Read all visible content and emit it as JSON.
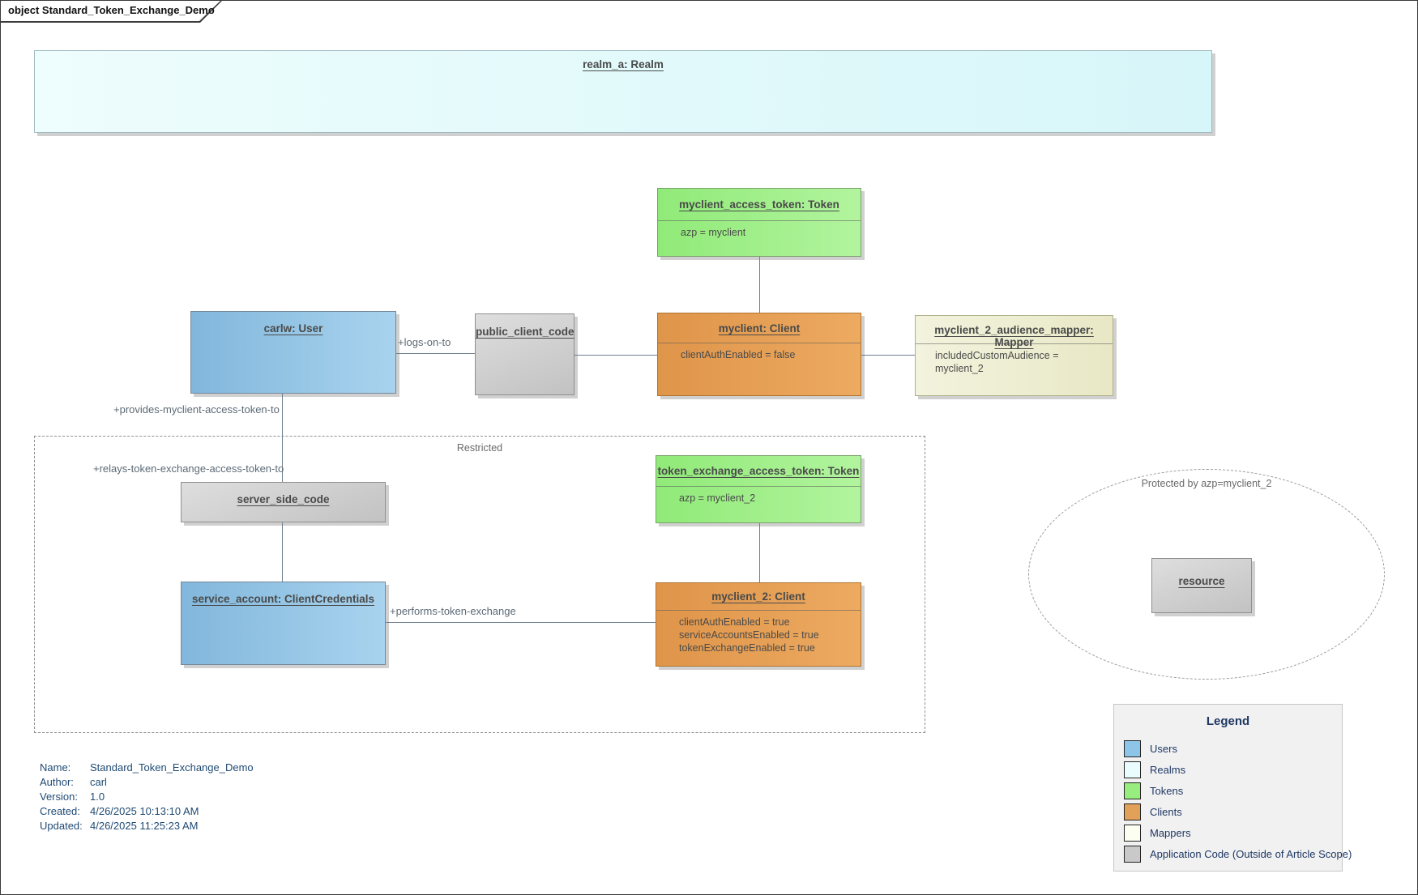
{
  "frame": {
    "tab_label": "object Standard_Token_Exchange_Demo"
  },
  "nodes": {
    "realm": {
      "title": "realm_a: Realm"
    },
    "myclient_access_token": {
      "title": "myclient_access_token: Token",
      "attrs": [
        "azp = myclient"
      ]
    },
    "carlw": {
      "title": "carlw: User"
    },
    "public_client_code": {
      "title": "public_client_code"
    },
    "myclient": {
      "title": "myclient: Client",
      "attrs": [
        "clientAuthEnabled = false"
      ]
    },
    "mapper": {
      "title": "myclient_2_audience_mapper: Mapper",
      "attrs": [
        "includedCustomAudience = myclient_2"
      ]
    },
    "server_side_code": {
      "title": "server_side_code"
    },
    "token_exchange_access_token": {
      "title": "token_exchange_access_token: Token",
      "attrs": [
        "azp = myclient_2"
      ]
    },
    "service_account": {
      "title": "service_account: ClientCredentials"
    },
    "myclient_2": {
      "title": "myclient_2: Client",
      "attrs": [
        "clientAuthEnabled = true",
        "serviceAccountsEnabled = true",
        "tokenExchangeEnabled = true"
      ]
    },
    "resource": {
      "title": "resource"
    }
  },
  "edge_labels": {
    "logs_on_to": "+logs-on-to",
    "provides": "+provides-myclient-access-token-to",
    "relays": "+relays-token-exchange-access-token-to",
    "performs": "+performs-token-exchange"
  },
  "boundaries": {
    "restricted_label": "Restricted",
    "protected_label": "Protected by azp=myclient_2"
  },
  "legend": {
    "title": "Legend",
    "items": [
      {
        "label": "Users",
        "color": "#8cc5e8"
      },
      {
        "label": "Realms",
        "color": "#eafcfd"
      },
      {
        "label": "Tokens",
        "color": "#97ee7f"
      },
      {
        "label": "Clients",
        "color": "#e2a159"
      },
      {
        "label": "Mappers",
        "color": "#fdfef2"
      },
      {
        "label": "Application Code (Outside of Article Scope)",
        "color": "#c9c9c9"
      }
    ]
  },
  "metadata": {
    "rows": [
      {
        "label": "Name:",
        "value": "Standard_Token_Exchange_Demo"
      },
      {
        "label": "Author:",
        "value": "carl"
      },
      {
        "label": "Version:",
        "value": "1.0"
      },
      {
        "label": "Created:",
        "value": "4/26/2025 10:13:10 AM"
      },
      {
        "label": "Updated:",
        "value": "4/26/2025 11:25:23 AM"
      }
    ]
  },
  "colors": {
    "users": "#8cc5e8",
    "realms": "#eafcfd",
    "tokens": "#97ee7f",
    "clients": "#e2a159",
    "mappers": "#fdfef2",
    "app_code": "#c9c9c9",
    "connector": "#6f7f8e",
    "navy_text": "#1f4a73"
  }
}
